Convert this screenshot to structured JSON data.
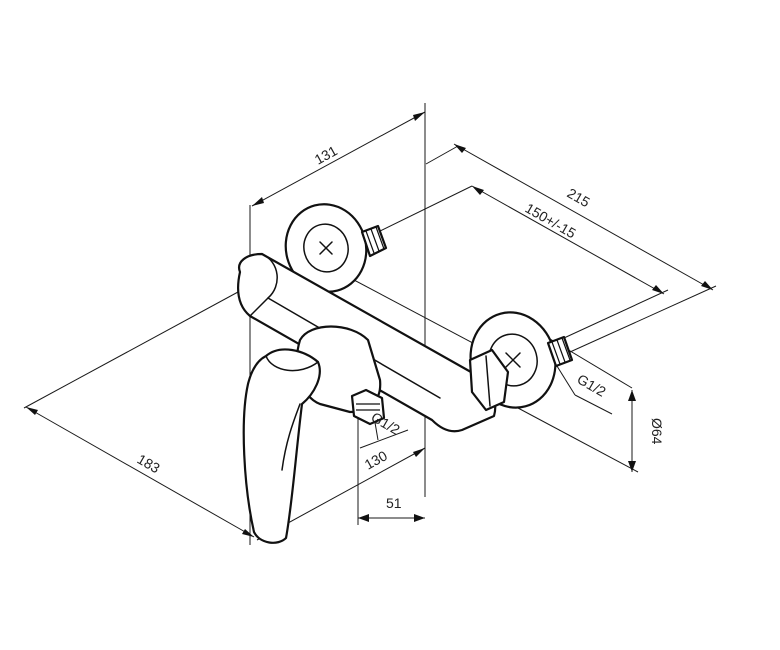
{
  "drawing": {
    "colors": {
      "line": "#111111",
      "background": "#ffffff"
    },
    "dimensions": {
      "overall_height_lever": "131",
      "overall_depth": "215",
      "center_distance": "150+/-15",
      "overall_width": "183",
      "outlet_offset": "130",
      "outlet_depth": "51",
      "flange_diameter": "Ø64"
    },
    "threads": {
      "inlet_thread": "G1/2",
      "outlet_thread": "G1/2"
    }
  }
}
